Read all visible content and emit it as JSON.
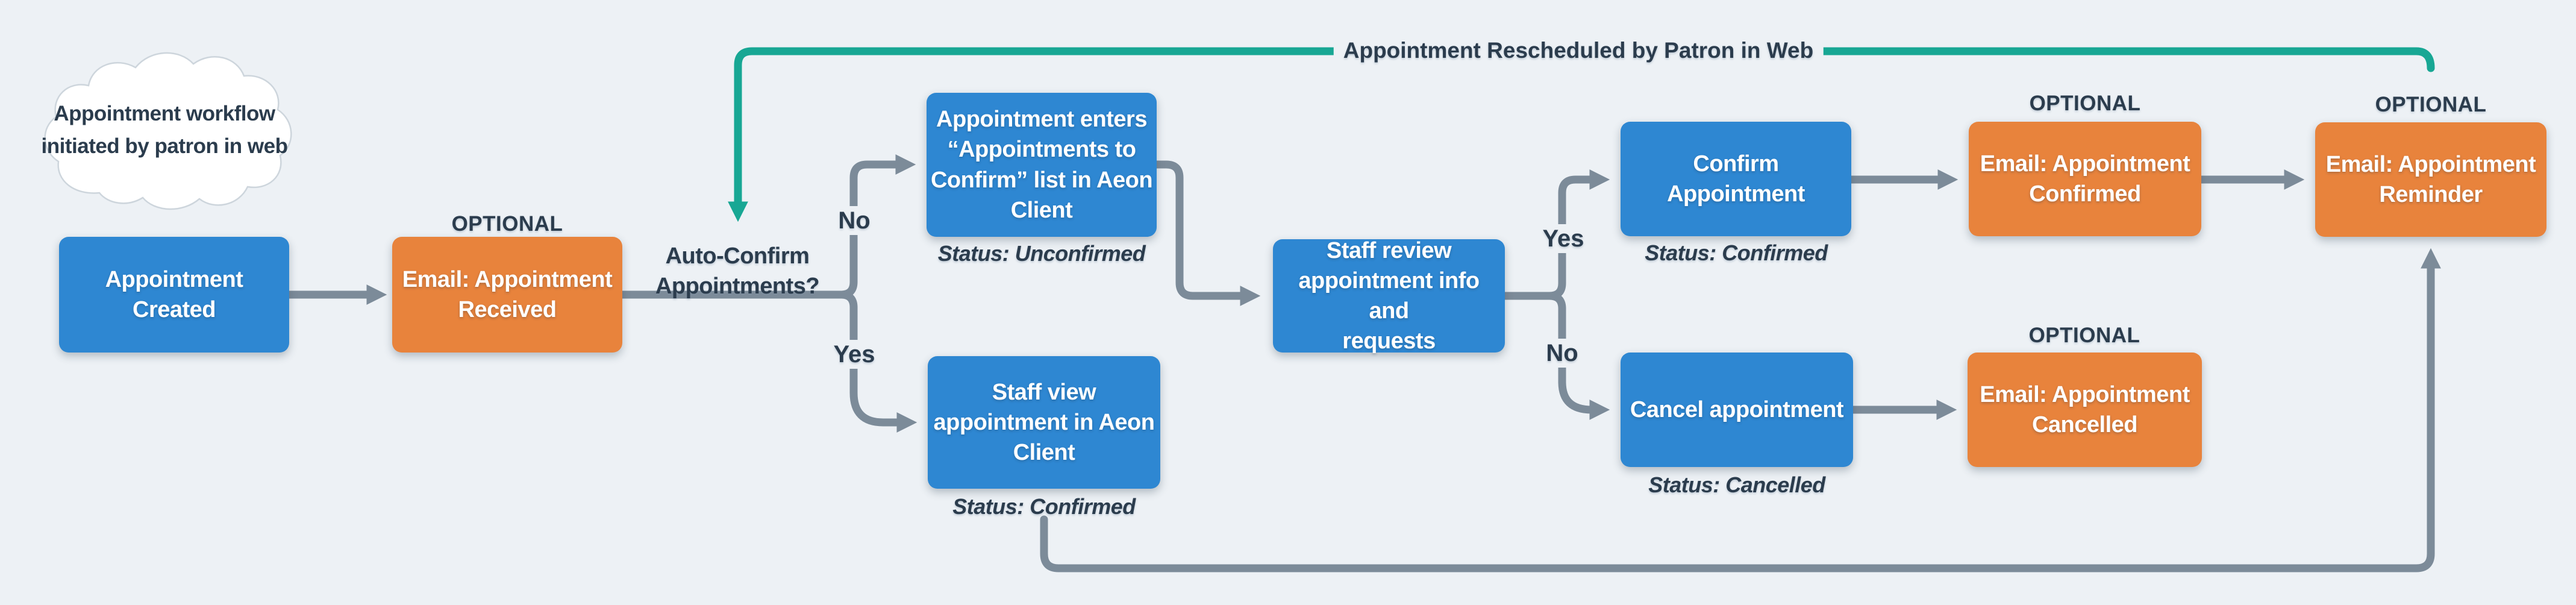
{
  "colors": {
    "background": "#edf1f5",
    "process_blue": "#2e87d2",
    "email_orange": "#e8833c",
    "connector_gray": "#7c8b99",
    "reschedule_teal": "#18a794",
    "text_dark": "#2b3c4d",
    "cloud_fill": "#ffffff"
  },
  "cloud": {
    "text": "Appointment workflow\ninitiated by patron in web"
  },
  "labels": {
    "optional": "OPTIONAL",
    "rescheduled": "Appointment Rescheduled by Patron in Web"
  },
  "decisions": {
    "auto_confirm": {
      "question": "Auto-Confirm\nAppointments?",
      "no": "No",
      "yes": "Yes"
    },
    "review": {
      "yes": "Yes",
      "no": "No"
    }
  },
  "nodes": {
    "created": {
      "label": "Appointment Created"
    },
    "email_received": {
      "label": "Email: Appointment\nReceived"
    },
    "to_confirm": {
      "label": "Appointment enters\n“Appointments to\nConfirm” list in Aeon\nClient",
      "status": "Status: Unconfirmed"
    },
    "staff_view": {
      "label": "Staff view\nappointment in Aeon\nClient",
      "status": "Status: Confirmed"
    },
    "staff_review": {
      "label": "Staff review\nappointment info and\nrequests"
    },
    "confirm": {
      "label": "Confirm Appointment",
      "status": "Status: Confirmed"
    },
    "cancel": {
      "label": "Cancel appointment",
      "status": "Status: Cancelled"
    },
    "email_confirmed": {
      "label": "Email: Appointment\nConfirmed"
    },
    "email_cancelled": {
      "label": "Email: Appointment\nCancelled"
    },
    "email_reminder": {
      "label": "Email: Appointment\nReminder"
    }
  }
}
